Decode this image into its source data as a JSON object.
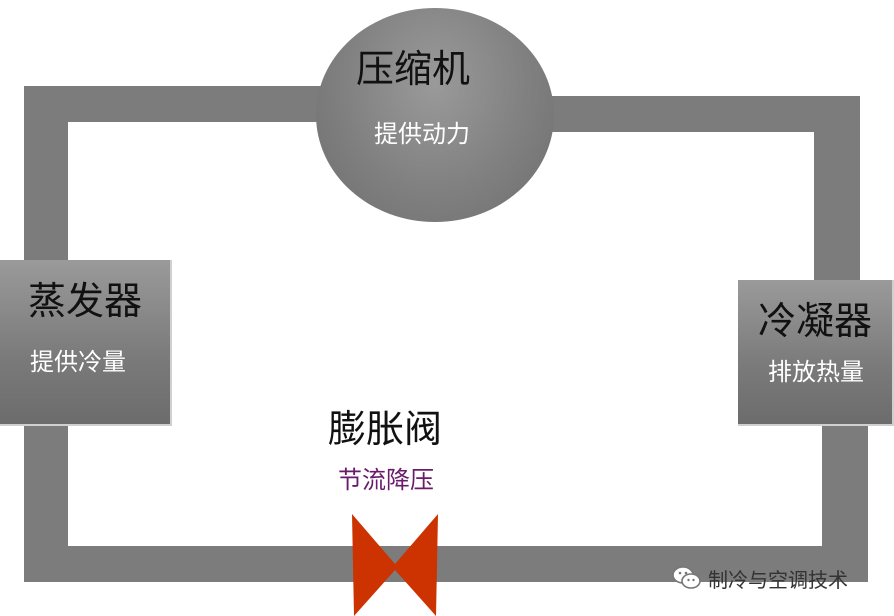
{
  "compressor": {
    "title": "压缩机",
    "function": "提供动力"
  },
  "evaporator": {
    "title": "蒸发器",
    "function": "提供冷量"
  },
  "condenser": {
    "title": "冷凝器",
    "function": "排放热量"
  },
  "expansion_valve": {
    "title": "膨胀阀",
    "function": "节流降压"
  },
  "watermark": {
    "text": "制冷与空调技术",
    "icon": "wechat-icon"
  },
  "colors": {
    "pipe": "#7c7c7c",
    "component": "#808080",
    "valve": "#cc3300",
    "valve_label": "#6b1a6b"
  }
}
